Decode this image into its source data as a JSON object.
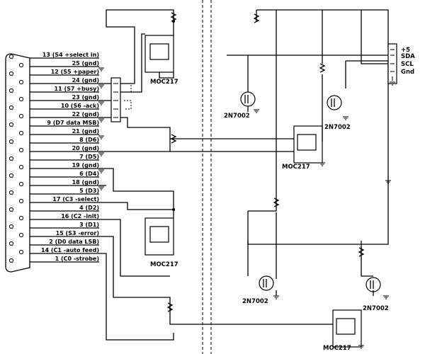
{
  "connector": {
    "pins": [
      {
        "label": "13 (S4 +select in)"
      },
      {
        "label": "25 (gnd)"
      },
      {
        "label": "12 (S5 +paper)"
      },
      {
        "label": "24 (gnd)"
      },
      {
        "label": "11 (S7 +busy)"
      },
      {
        "label": "23 (gnd)"
      },
      {
        "label": "10 (S6 -ack)"
      },
      {
        "label": "22 (gnd)"
      },
      {
        "label": "9 (D7 data MSB)"
      },
      {
        "label": "21 (gnd)"
      },
      {
        "label": "8 (D6)"
      },
      {
        "label": "20 (gnd)"
      },
      {
        "label": "7 (D5)"
      },
      {
        "label": "19 (gnd)"
      },
      {
        "label": "6 (D4)"
      },
      {
        "label": "18 (gnd)"
      },
      {
        "label": "5 (D3)"
      },
      {
        "label": "17 (C3 -select)"
      },
      {
        "label": "4 (D2)"
      },
      {
        "label": "16 (C2 -init)"
      },
      {
        "label": "3 (D1)"
      },
      {
        "label": "15 (S3 -error)"
      },
      {
        "label": "2 (D0 data LSB)"
      },
      {
        "label": "14 (C1 -auto feed)"
      },
      {
        "label": "1 (C0 -strobe)"
      }
    ]
  },
  "bus": {
    "labels": [
      "+5",
      "SDA",
      "SCL",
      "Gnd"
    ]
  },
  "components": {
    "opto_label": "MOC217",
    "fet_label": "2N7002"
  }
}
